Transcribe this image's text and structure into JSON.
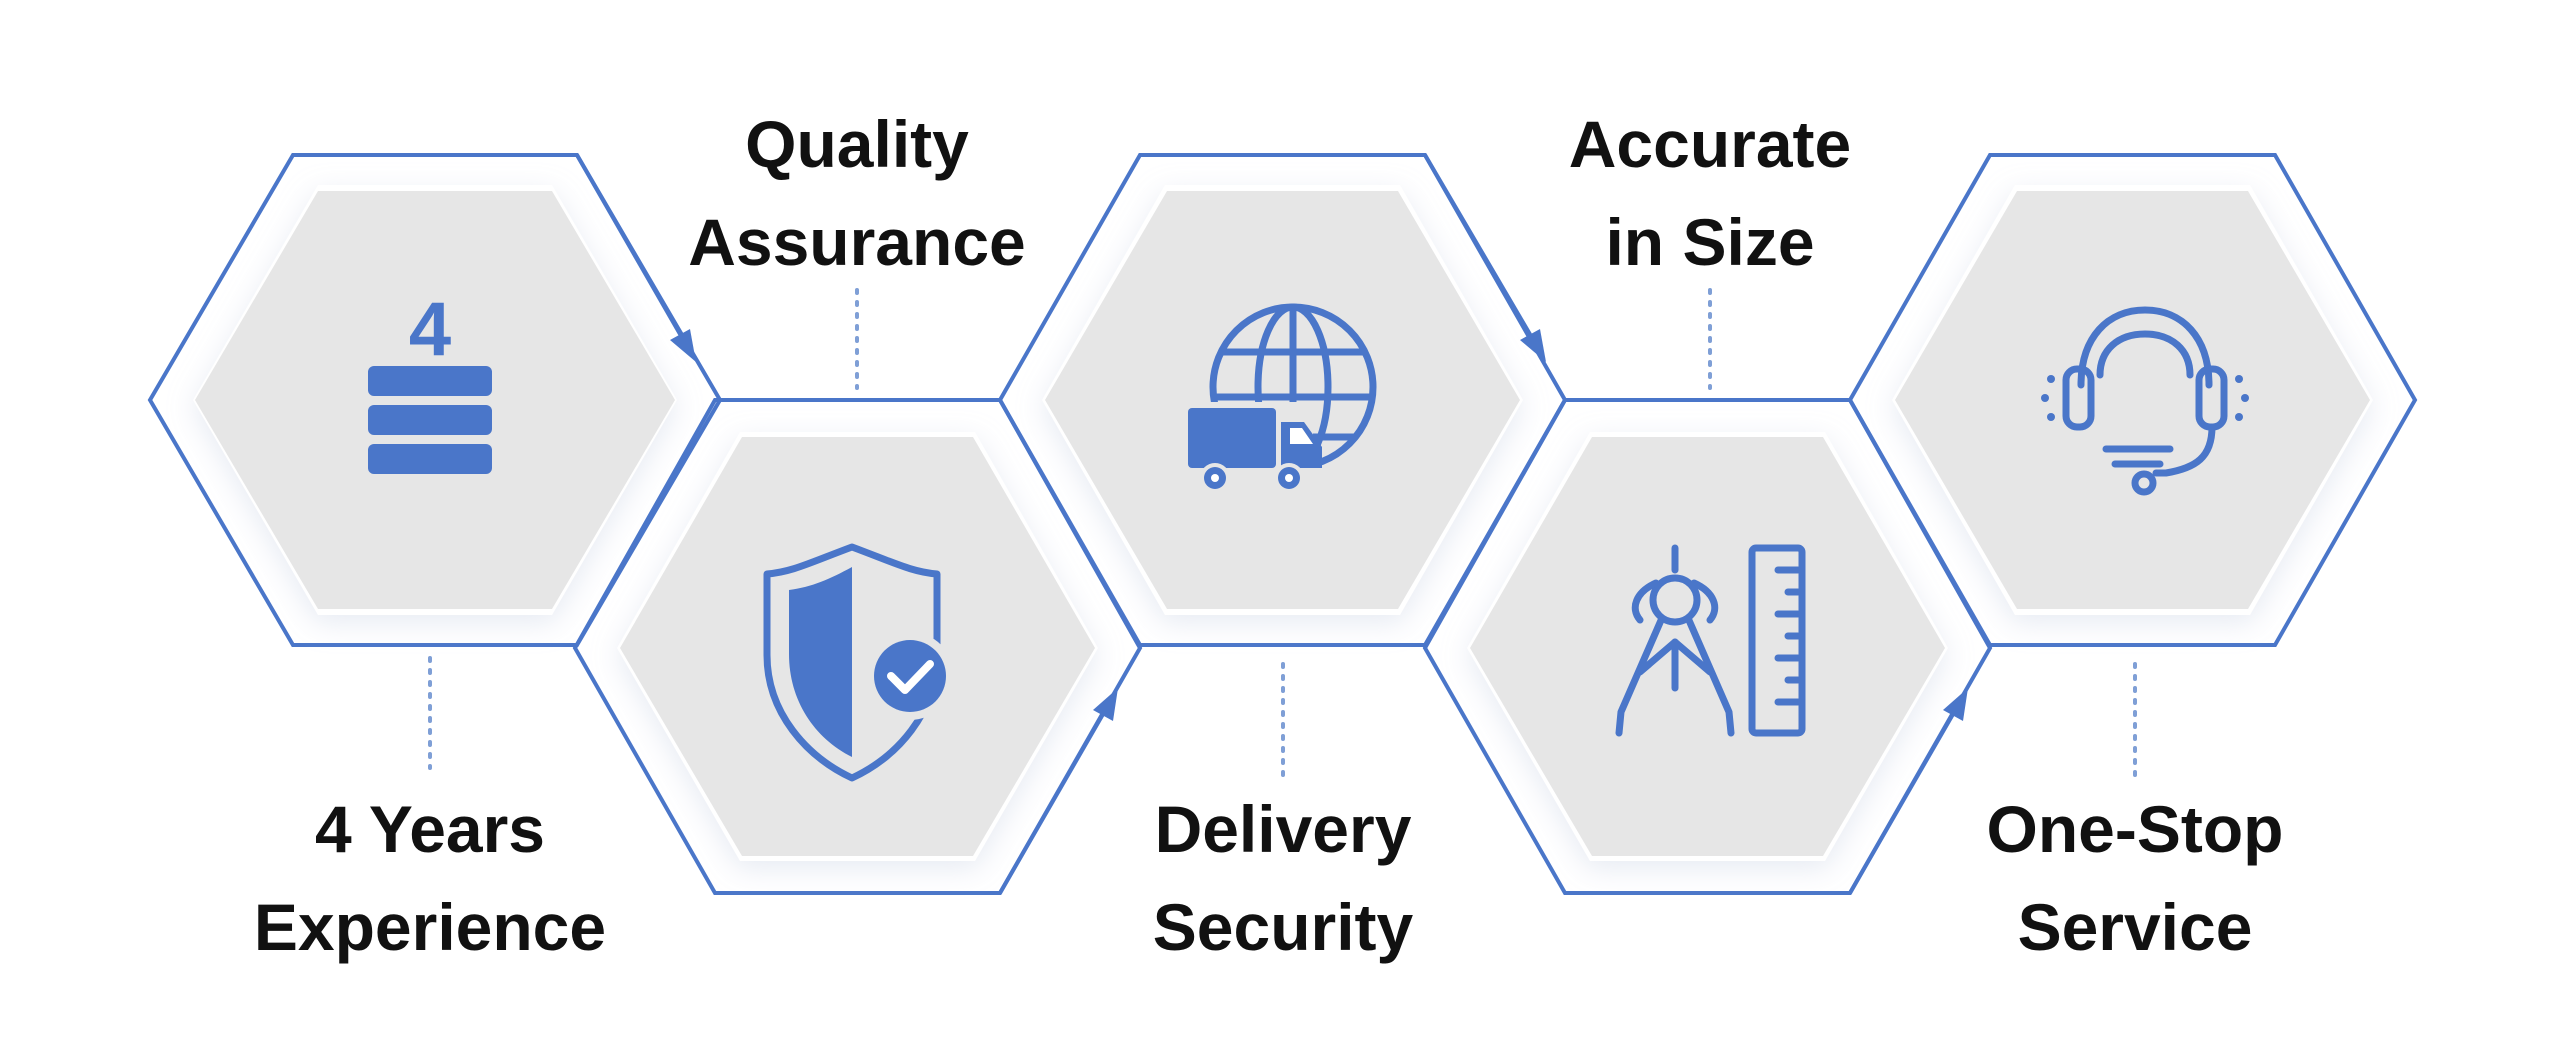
{
  "accent_color": "#4a76c9",
  "inner_fill_color": "#e6e6e6",
  "features": [
    {
      "title_line1": "4 Years",
      "title_line2": "Experience",
      "icon": "years-stack-icon",
      "icon_text": "4"
    },
    {
      "title_line1": "Quality",
      "title_line2": "Assurance",
      "icon": "shield-check-icon"
    },
    {
      "title_line1": "Delivery",
      "title_line2": "Security",
      "icon": "globe-truck-icon"
    },
    {
      "title_line1": "Accurate",
      "title_line2": "in Size",
      "icon": "compass-ruler-icon"
    },
    {
      "title_line1": "One-Stop",
      "title_line2": "Service",
      "icon": "headset-icon"
    }
  ]
}
